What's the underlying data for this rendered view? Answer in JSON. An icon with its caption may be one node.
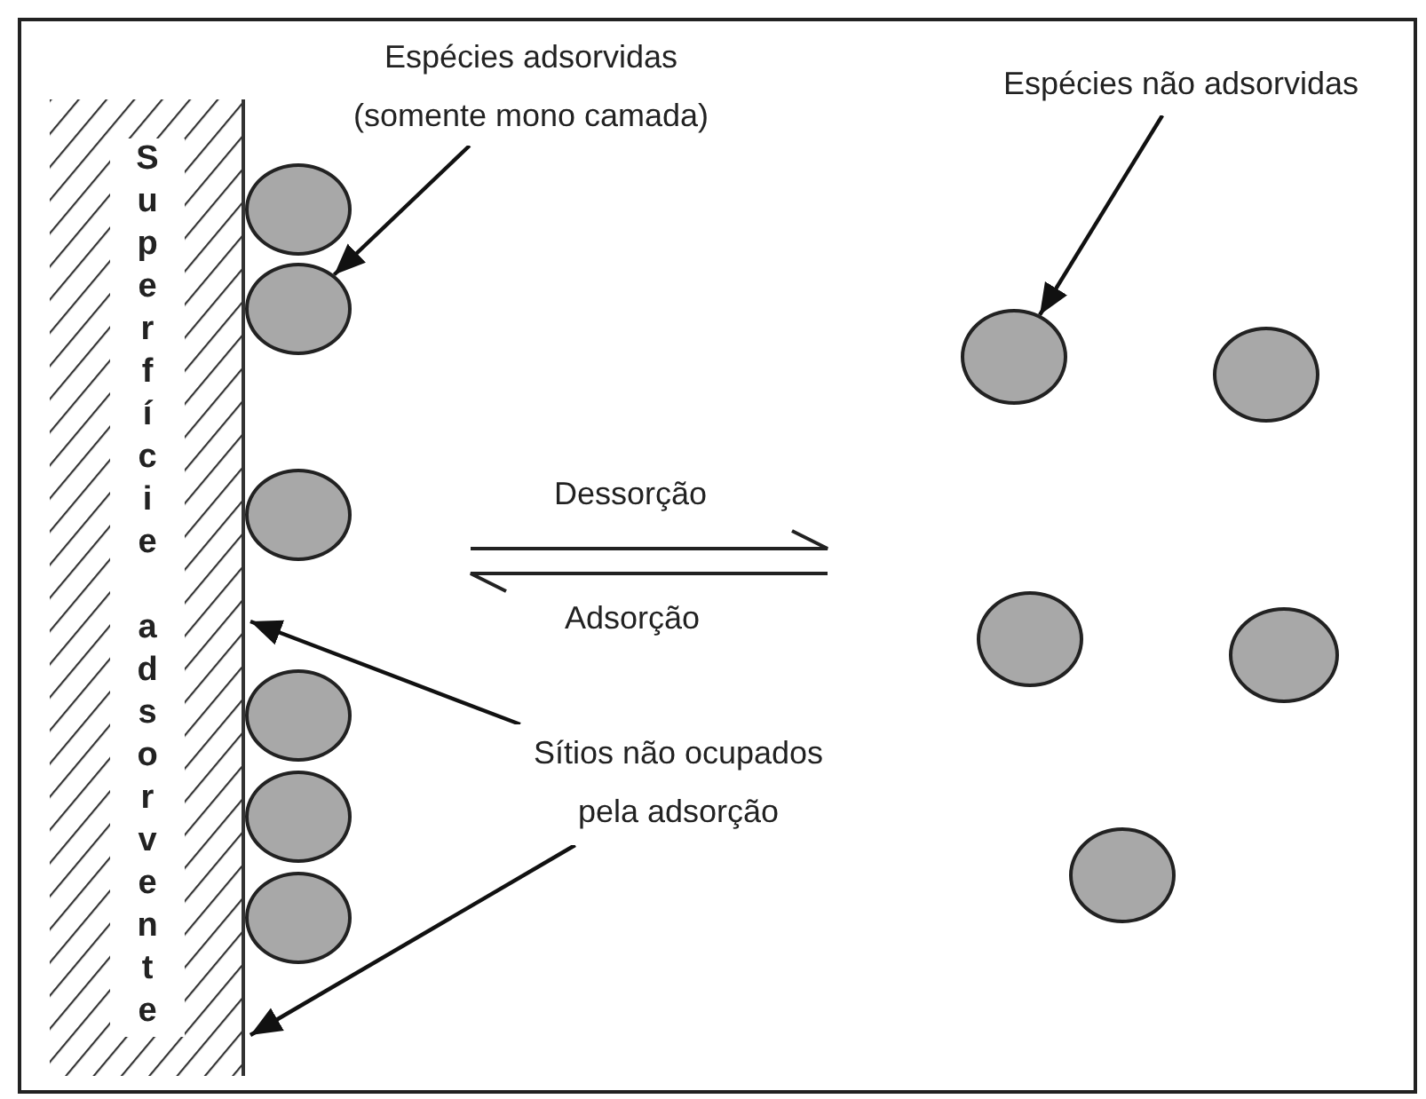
{
  "diagram": {
    "nodes": [
      {
        "text": [
          "Espécies adsorvidas (somente mono camada)"
        ]
      },
      {
        "text": [
          "Espécies não adsorvidas"
        ]
      },
      {
        "text": [
          "Superfície adsorvente"
        ]
      },
      {
        "text": [
          "Sítios não ocupados pela adsorção"
        ]
      },
      {
        "text": [],
        "shape": "circle"
      },
      {
        "text": [],
        "shape": "circle"
      },
      {
        "text": [],
        "shape": "circle"
      },
      {
        "text": [],
        "shape": "circle"
      },
      {
        "text": [],
        "shape": "circle"
      },
      {
        "text": [],
        "shape": "circle"
      },
      {
        "text": [],
        "shape": "circle"
      },
      {
        "text": [],
        "shape": "circle"
      },
      {
        "text": [],
        "shape": "circle"
      },
      {
        "text": [],
        "shape": "circle"
      },
      {
        "text": [],
        "shape": "circle"
      }
    ],
    "edges": [
      {
        "from": 0,
        "to": 5,
        "arrow": "to"
      },
      {
        "from": 1,
        "to": 10,
        "arrow": "to"
      },
      {
        "from": 3,
        "to": 2,
        "arrow": "to"
      },
      {
        "from": 3,
        "to": 2,
        "arrow": "to"
      }
    ],
    "labels": [
      "Dessorção",
      "Adsorção"
    ]
  }
}
